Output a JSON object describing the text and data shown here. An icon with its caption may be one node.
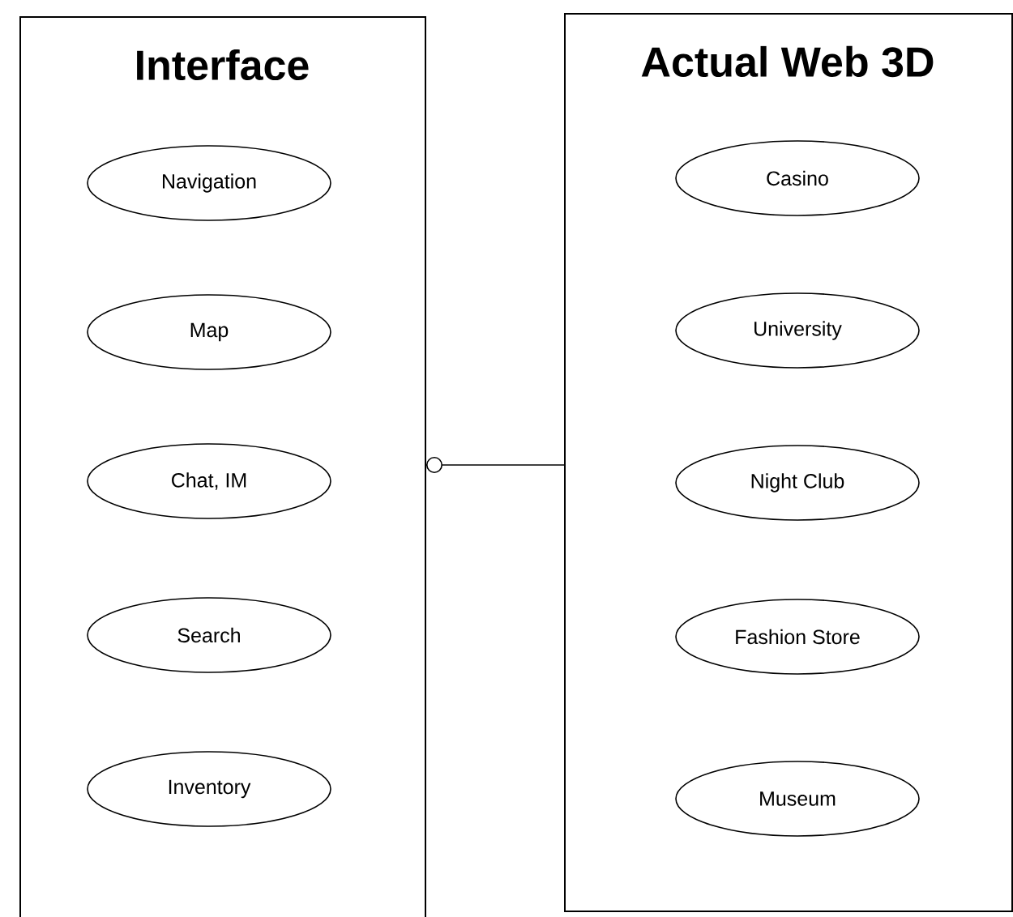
{
  "diagram": {
    "nodes": [
      {
        "text": [
          "Interface"
        ]
      },
      {
        "text": [
          "Navigation"
        ],
        "in": 0
      },
      {
        "text": [
          "Map"
        ],
        "in": 0
      },
      {
        "text": [
          "Chat, IM"
        ],
        "in": 0
      },
      {
        "text": [
          "Search"
        ],
        "in": 0
      },
      {
        "text": [
          "Inventory"
        ],
        "in": 0
      },
      {
        "text": [
          "Actual Web 3D"
        ]
      },
      {
        "text": [
          "Casino"
        ],
        "in": 6
      },
      {
        "text": [
          "University"
        ],
        "in": 6
      },
      {
        "text": [
          "Night Club"
        ],
        "in": 6
      },
      {
        "text": [
          "Fashion Store"
        ],
        "in": 6
      },
      {
        "text": [
          "Museum"
        ],
        "in": 6
      }
    ],
    "edges": [
      {
        "from": 6,
        "to": 0,
        "arrow": "other"
      }
    ]
  }
}
